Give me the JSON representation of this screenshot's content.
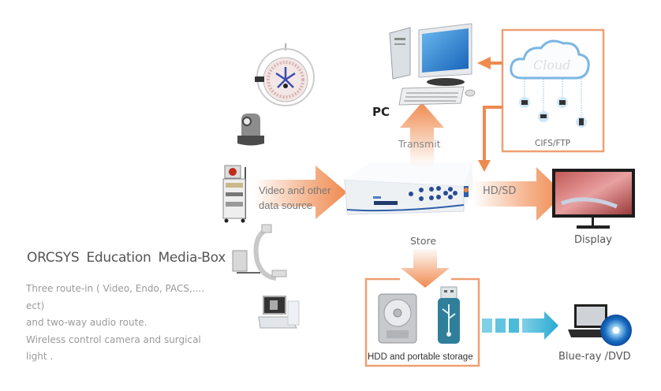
{
  "product": {
    "title": "ORCSYS  Education  Media-Box",
    "description_lines": [
      "Three  route-in  ( Video, Endo, PACS,.... ect)",
      "and  two-way audio route.",
      "Wireless control camera and surgical",
      "light ."
    ]
  },
  "sources": {
    "label_lines": [
      "Video and other",
      "data source"
    ],
    "devices": [
      "surgical-light",
      "ptz-camera",
      "endoscopy-cart",
      "c-arm",
      "ultrasound"
    ]
  },
  "outputs": {
    "pc_label": "PC",
    "transmit_label": "Transmit",
    "cloud_label": "CIFS/FTP",
    "cloud_text": "Cloud",
    "hdsd_label": "HD/SD",
    "display_label": "Display",
    "store_label": "Store",
    "storage_label": "HDD and portable storage",
    "bluray_label": "Blue-ray /DVD"
  },
  "colors": {
    "orange": "#ef8a4f",
    "orange_frame": "#ee9f73",
    "blue_arrow": "#3cb6d6"
  }
}
